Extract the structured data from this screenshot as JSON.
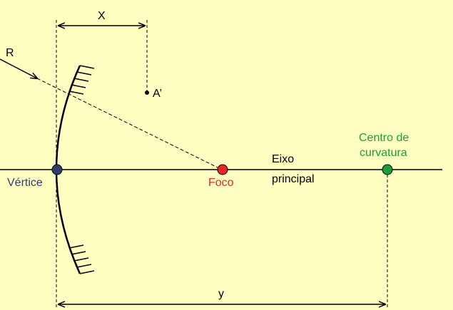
{
  "labels": {
    "x_dim": "X",
    "y_dim": "y",
    "ray": "R",
    "point": "A’",
    "vertex": "Vértice",
    "focus": "Foco",
    "axis_line1": "Eixo",
    "axis_line2": "principal",
    "center_line1": "Centro de",
    "center_line2": "curvatura"
  },
  "colors": {
    "background": "#FFFFC1",
    "vertex": "#333A6E",
    "focus": "#E62828",
    "center": "#1E9E3A",
    "vertex_label": "#333A6E",
    "focus_label": "#E62828",
    "center_label": "#1E9E3A"
  }
}
